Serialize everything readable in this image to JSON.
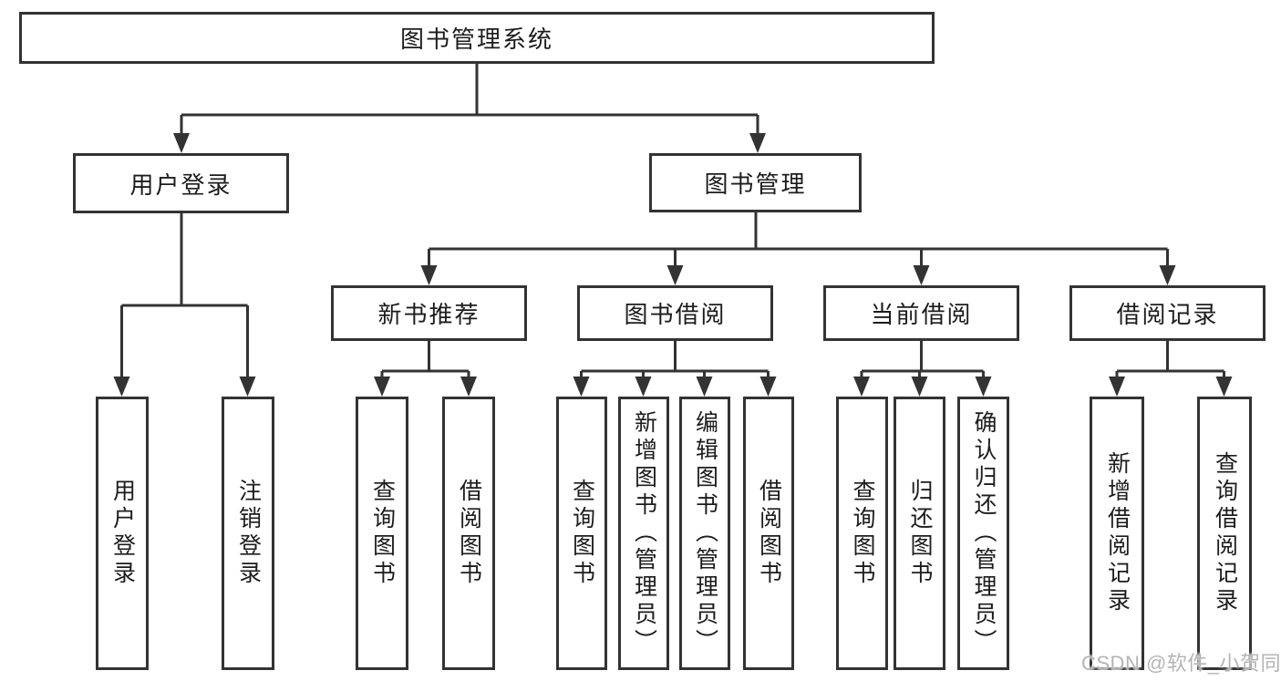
{
  "diagram": {
    "type": "org-tree",
    "root": {
      "label": "图书管理系统"
    },
    "branches": [
      {
        "label": "用户登录",
        "children": [
          {
            "label": "用户登录"
          },
          {
            "label": "注销登录"
          }
        ]
      },
      {
        "label": "图书管理",
        "children": [
          {
            "label": "新书推荐",
            "children": [
              {
                "label": "查询图书"
              },
              {
                "label": "借阅图书"
              }
            ]
          },
          {
            "label": "图书借阅",
            "children": [
              {
                "label": "查询图书"
              },
              {
                "label": "新增图书（管理员）"
              },
              {
                "label": "编辑图书（管理员）"
              },
              {
                "label": "借阅图书"
              }
            ]
          },
          {
            "label": "当前借阅",
            "children": [
              {
                "label": "查询图书"
              },
              {
                "label": "归还图书"
              },
              {
                "label": "确认归还（管理员）"
              }
            ]
          },
          {
            "label": "借阅记录",
            "children": [
              {
                "label": "新增借阅记录"
              },
              {
                "label": "查询借阅记录"
              }
            ]
          }
        ]
      }
    ]
  },
  "watermark": {
    "text": "CSDN @软件_小贺同学"
  },
  "colors": {
    "line": "#333333",
    "border": "#333333",
    "text": "#1c1c1c",
    "watermark": "#b4b4b4",
    "background": "#ffffff"
  }
}
